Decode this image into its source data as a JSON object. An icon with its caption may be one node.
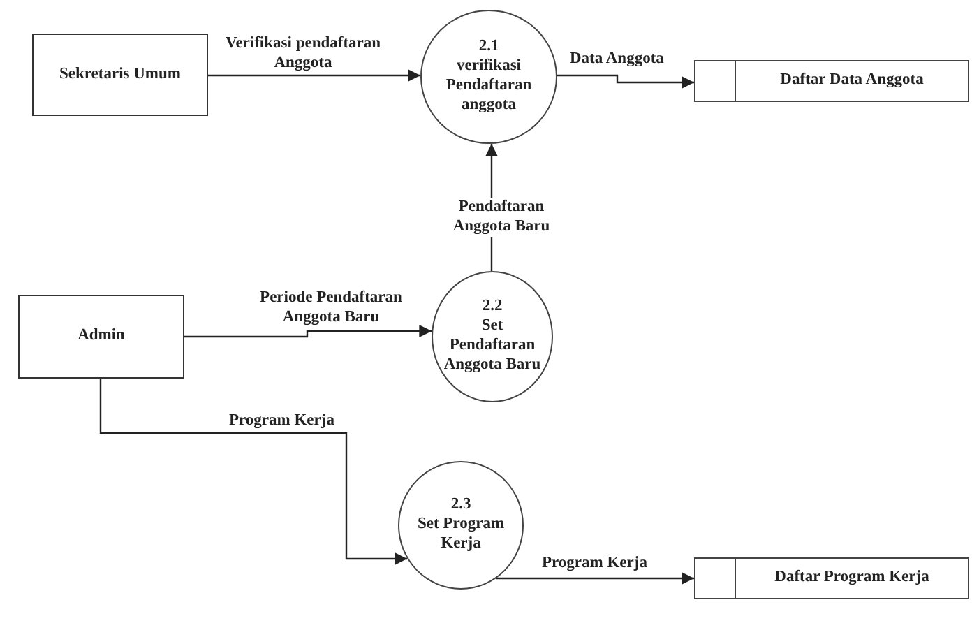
{
  "diagram": {
    "nodes": [
      {
        "text": [
          "Sekretaris Umum"
        ]
      },
      {
        "text": [
          "2.1",
          "verifikasi Pendaftaran anggota"
        ]
      },
      {
        "text": [
          "Daftar Data Anggota"
        ]
      },
      {
        "text": [
          "Admin"
        ]
      },
      {
        "text": [
          "2.2",
          "Set Pendaftaran Anggota Baru"
        ]
      },
      {
        "text": [
          "2.3",
          "Set Program Kerja"
        ]
      },
      {
        "text": [
          "Daftar Program Kerja"
        ]
      }
    ],
    "edges": [
      {
        "from": 0,
        "to": 1,
        "arrow": "to",
        "label": "Verifikasi pendaftaran Anggota"
      },
      {
        "from": 1,
        "to": 2,
        "arrow": "to",
        "label": "Data Anggota"
      },
      {
        "from": 4,
        "to": 1,
        "arrow": "to",
        "label": "Pendaftaran Anggota Baru"
      },
      {
        "from": 3,
        "to": 4,
        "arrow": "to",
        "label": "Periode Pendaftaran Anggota Baru"
      },
      {
        "from": 3,
        "to": 5,
        "arrow": "to",
        "label": "Program Kerja"
      },
      {
        "from": 5,
        "to": 6,
        "arrow": "to",
        "label": "Program Kerja"
      }
    ]
  }
}
